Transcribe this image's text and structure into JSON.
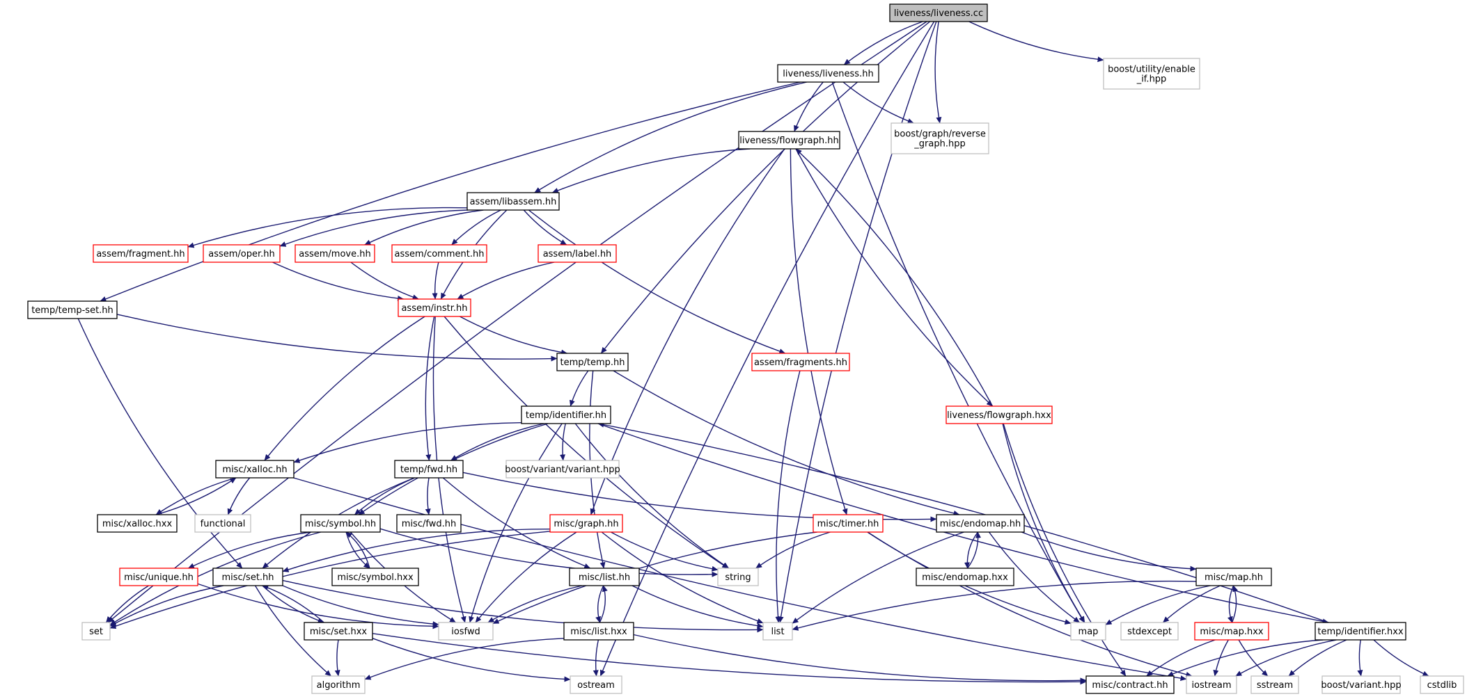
{
  "colors": {
    "edge": "#191970",
    "border_normal": "#000000",
    "border_highlight": "#ff0000",
    "border_external": "#bfbfbf",
    "fill_root": "#bfbfbf",
    "fill_default": "#ffffff"
  },
  "nodes": {
    "liveness_cc": {
      "lines": [
        "liveness/liveness.cc"
      ],
      "kind": "root"
    },
    "liveness_hh": {
      "lines": [
        "liveness/liveness.hh"
      ],
      "kind": "normal"
    },
    "boost_enable_if": {
      "lines": [
        "boost/utility/enable",
        "_if.hpp"
      ],
      "kind": "external"
    },
    "boost_reverse_graph": {
      "lines": [
        "boost/graph/reverse",
        "_graph.hpp"
      ],
      "kind": "external"
    },
    "liveness_flowgraph_hh": {
      "lines": [
        "liveness/flowgraph.hh"
      ],
      "kind": "normal"
    },
    "assem_libassem_hh": {
      "lines": [
        "assem/libassem.hh"
      ],
      "kind": "normal"
    },
    "assem_fragment_hh": {
      "lines": [
        "assem/fragment.hh"
      ],
      "kind": "highlight"
    },
    "assem_oper_hh": {
      "lines": [
        "assem/oper.hh"
      ],
      "kind": "highlight"
    },
    "assem_move_hh": {
      "lines": [
        "assem/move.hh"
      ],
      "kind": "highlight"
    },
    "assem_comment_hh": {
      "lines": [
        "assem/comment.hh"
      ],
      "kind": "highlight"
    },
    "assem_label_hh": {
      "lines": [
        "assem/label.hh"
      ],
      "kind": "highlight"
    },
    "temp_temp_set_hh": {
      "lines": [
        "temp/temp-set.hh"
      ],
      "kind": "normal"
    },
    "assem_instr_hh": {
      "lines": [
        "assem/instr.hh"
      ],
      "kind": "highlight"
    },
    "temp_temp_hh": {
      "lines": [
        "temp/temp.hh"
      ],
      "kind": "normal"
    },
    "assem_fragments_hh": {
      "lines": [
        "assem/fragments.hh"
      ],
      "kind": "highlight"
    },
    "liveness_flowgraph_hxx": {
      "lines": [
        "liveness/flowgraph.hxx"
      ],
      "kind": "highlight"
    },
    "temp_identifier_hh": {
      "lines": [
        "temp/identifier.hh"
      ],
      "kind": "normal"
    },
    "boost_variant_variant": {
      "lines": [
        "boost/variant/variant.hpp"
      ],
      "kind": "external"
    },
    "misc_xalloc_hh": {
      "lines": [
        "misc/xalloc.hh"
      ],
      "kind": "normal"
    },
    "temp_fwd_hh": {
      "lines": [
        "temp/fwd.hh"
      ],
      "kind": "normal"
    },
    "misc_xalloc_hxx": {
      "lines": [
        "misc/xalloc.hxx"
      ],
      "kind": "normal"
    },
    "functional": {
      "lines": [
        "functional"
      ],
      "kind": "external"
    },
    "misc_symbol_hh": {
      "lines": [
        "misc/symbol.hh"
      ],
      "kind": "normal"
    },
    "misc_fwd_hh": {
      "lines": [
        "misc/fwd.hh"
      ],
      "kind": "normal"
    },
    "misc_graph_hh": {
      "lines": [
        "misc/graph.hh"
      ],
      "kind": "highlight"
    },
    "misc_timer_hh": {
      "lines": [
        "misc/timer.hh"
      ],
      "kind": "highlight"
    },
    "misc_endomap_hh": {
      "lines": [
        "misc/endomap.hh"
      ],
      "kind": "normal"
    },
    "misc_unique_hh": {
      "lines": [
        "misc/unique.hh"
      ],
      "kind": "highlight"
    },
    "misc_set_hh": {
      "lines": [
        "misc/set.hh"
      ],
      "kind": "normal"
    },
    "misc_symbol_hxx": {
      "lines": [
        "misc/symbol.hxx"
      ],
      "kind": "normal"
    },
    "string": {
      "lines": [
        "string"
      ],
      "kind": "external"
    },
    "misc_list_hh": {
      "lines": [
        "misc/list.hh"
      ],
      "kind": "normal"
    },
    "misc_endomap_hxx": {
      "lines": [
        "misc/endomap.hxx"
      ],
      "kind": "normal"
    },
    "misc_map_hh": {
      "lines": [
        "misc/map.hh"
      ],
      "kind": "normal"
    },
    "set": {
      "lines": [
        "set"
      ],
      "kind": "external"
    },
    "iosfwd": {
      "lines": [
        "iosfwd"
      ],
      "kind": "external"
    },
    "misc_set_hxx": {
      "lines": [
        "misc/set.hxx"
      ],
      "kind": "normal"
    },
    "list": {
      "lines": [
        "list"
      ],
      "kind": "external"
    },
    "misc_list_hxx": {
      "lines": [
        "misc/list.hxx"
      ],
      "kind": "normal"
    },
    "map": {
      "lines": [
        "map"
      ],
      "kind": "external"
    },
    "stdexcept": {
      "lines": [
        "stdexcept"
      ],
      "kind": "external"
    },
    "misc_map_hxx": {
      "lines": [
        "misc/map.hxx"
      ],
      "kind": "highlight"
    },
    "temp_identifier_hxx": {
      "lines": [
        "temp/identifier.hxx"
      ],
      "kind": "normal"
    },
    "algorithm": {
      "lines": [
        "algorithm"
      ],
      "kind": "external"
    },
    "ostream": {
      "lines": [
        "ostream"
      ],
      "kind": "external"
    },
    "misc_contract_hh": {
      "lines": [
        "misc/contract.hh"
      ],
      "kind": "normal"
    },
    "iostream": {
      "lines": [
        "iostream"
      ],
      "kind": "external"
    },
    "sstream": {
      "lines": [
        "sstream"
      ],
      "kind": "external"
    },
    "boost_variant_hpp": {
      "lines": [
        "boost/variant.hpp"
      ],
      "kind": "external"
    },
    "cstdlib": {
      "lines": [
        "cstdlib"
      ],
      "kind": "external"
    }
  },
  "edges": [
    [
      "liveness_cc",
      "liveness_hh"
    ],
    [
      "liveness_cc",
      "boost_enable_if"
    ],
    [
      "liveness_cc",
      "boost_reverse_graph"
    ],
    [
      "liveness_cc",
      "temp_temp_hh"
    ],
    [
      "liveness_cc",
      "set"
    ],
    [
      "liveness_cc",
      "list"
    ],
    [
      "liveness_cc",
      "ostream"
    ],
    [
      "liveness_hh",
      "liveness_flowgraph_hh"
    ],
    [
      "liveness_hh",
      "boost_reverse_graph"
    ],
    [
      "liveness_hh",
      "assem_libassem_hh"
    ],
    [
      "liveness_hh",
      "temp_temp_set_hh"
    ],
    [
      "liveness_hh",
      "map"
    ],
    [
      "liveness_flowgraph_hh",
      "assem_libassem_hh"
    ],
    [
      "liveness_flowgraph_hh",
      "misc_graph_hh"
    ],
    [
      "liveness_flowgraph_hh",
      "misc_timer_hh"
    ],
    [
      "liveness_flowgraph_hh",
      "liveness_flowgraph_hxx"
    ],
    [
      "liveness_flowgraph_hxx",
      "liveness_flowgraph_hh"
    ],
    [
      "liveness_flowgraph_hxx",
      "map"
    ],
    [
      "liveness_flowgraph_hxx",
      "misc_contract_hh"
    ],
    [
      "assem_libassem_hh",
      "assem_fragment_hh"
    ],
    [
      "assem_libassem_hh",
      "assem_oper_hh"
    ],
    [
      "assem_libassem_hh",
      "assem_move_hh"
    ],
    [
      "assem_libassem_hh",
      "assem_comment_hh"
    ],
    [
      "assem_libassem_hh",
      "assem_label_hh"
    ],
    [
      "assem_libassem_hh",
      "assem_instr_hh"
    ],
    [
      "assem_libassem_hh",
      "assem_fragments_hh"
    ],
    [
      "assem_oper_hh",
      "assem_instr_hh"
    ],
    [
      "assem_move_hh",
      "assem_instr_hh"
    ],
    [
      "assem_comment_hh",
      "assem_instr_hh"
    ],
    [
      "assem_label_hh",
      "assem_instr_hh"
    ],
    [
      "assem_instr_hh",
      "temp_temp_hh"
    ],
    [
      "assem_instr_hh",
      "string"
    ],
    [
      "assem_instr_hh",
      "misc_xalloc_hh"
    ],
    [
      "assem_instr_hh",
      "temp_fwd_hh"
    ],
    [
      "assem_instr_hh",
      "iosfwd"
    ],
    [
      "assem_fragments_hh",
      "list"
    ],
    [
      "temp_temp_set_hh",
      "temp_temp_hh"
    ],
    [
      "temp_temp_set_hh",
      "misc_set_hh"
    ],
    [
      "temp_temp_hh",
      "temp_identifier_hh"
    ],
    [
      "temp_temp_hh",
      "misc_list_hh"
    ],
    [
      "temp_temp_hh",
      "misc_endomap_hh"
    ],
    [
      "temp_identifier_hh",
      "boost_variant_variant"
    ],
    [
      "temp_identifier_hh",
      "misc_xalloc_hh"
    ],
    [
      "temp_identifier_hh",
      "temp_fwd_hh"
    ],
    [
      "temp_identifier_hh",
      "misc_symbol_hh"
    ],
    [
      "temp_identifier_hh",
      "string"
    ],
    [
      "temp_identifier_hh",
      "iosfwd"
    ],
    [
      "temp_identifier_hh",
      "temp_identifier_hxx"
    ],
    [
      "temp_identifier_hxx",
      "temp_identifier_hh"
    ],
    [
      "temp_identifier_hxx",
      "misc_contract_hh"
    ],
    [
      "temp_identifier_hxx",
      "iostream"
    ],
    [
      "temp_identifier_hxx",
      "sstream"
    ],
    [
      "temp_identifier_hxx",
      "boost_variant_hpp"
    ],
    [
      "temp_identifier_hxx",
      "cstdlib"
    ],
    [
      "misc_xalloc_hh",
      "misc_xalloc_hxx"
    ],
    [
      "misc_xalloc_hxx",
      "misc_xalloc_hh"
    ],
    [
      "misc_xalloc_hh",
      "functional"
    ],
    [
      "misc_xalloc_hh",
      "iostream"
    ],
    [
      "temp_fwd_hh",
      "misc_fwd_hh"
    ],
    [
      "temp_fwd_hh",
      "misc_symbol_hh"
    ],
    [
      "temp_fwd_hh",
      "misc_set_hh"
    ],
    [
      "temp_fwd_hh",
      "misc_list_hh"
    ],
    [
      "temp_fwd_hh",
      "misc_endomap_hh"
    ],
    [
      "misc_symbol_hh",
      "misc_unique_hh"
    ],
    [
      "misc_symbol_hh",
      "misc_symbol_hxx"
    ],
    [
      "misc_symbol_hxx",
      "misc_symbol_hh"
    ],
    [
      "misc_symbol_hh",
      "string"
    ],
    [
      "misc_symbol_hh",
      "set"
    ],
    [
      "misc_symbol_hh",
      "iosfwd"
    ],
    [
      "misc_graph_hh",
      "misc_set_hh"
    ],
    [
      "misc_graph_hh",
      "string"
    ],
    [
      "misc_graph_hh",
      "iosfwd"
    ],
    [
      "misc_graph_hh",
      "list"
    ],
    [
      "misc_graph_hh",
      "set"
    ],
    [
      "misc_timer_hh",
      "string"
    ],
    [
      "misc_timer_hh",
      "iosfwd"
    ],
    [
      "misc_timer_hh",
      "map"
    ],
    [
      "misc_timer_hh",
      "iostream"
    ],
    [
      "misc_endomap_hh",
      "misc_endomap_hxx"
    ],
    [
      "misc_endomap_hxx",
      "misc_endomap_hh"
    ],
    [
      "misc_endomap_hh",
      "misc_map_hh"
    ],
    [
      "misc_endomap_hh",
      "list"
    ],
    [
      "misc_endomap_hh",
      "map"
    ],
    [
      "misc_unique_hh",
      "set"
    ],
    [
      "misc_unique_hh",
      "iosfwd"
    ],
    [
      "misc_set_hh",
      "misc_set_hxx"
    ],
    [
      "misc_set_hxx",
      "misc_set_hh"
    ],
    [
      "misc_set_hh",
      "set"
    ],
    [
      "misc_set_hh",
      "iosfwd"
    ],
    [
      "misc_set_hh",
      "algorithm"
    ],
    [
      "misc_set_hh",
      "list"
    ],
    [
      "misc_set_hxx",
      "algorithm"
    ],
    [
      "misc_set_hxx",
      "ostream"
    ],
    [
      "misc_set_hxx",
      "misc_contract_hh"
    ],
    [
      "misc_list_hh",
      "misc_list_hxx"
    ],
    [
      "misc_list_hxx",
      "misc_list_hh"
    ],
    [
      "misc_list_hh",
      "list"
    ],
    [
      "misc_list_hh",
      "iosfwd"
    ],
    [
      "misc_list_hxx",
      "algorithm"
    ],
    [
      "misc_list_hxx",
      "ostream"
    ],
    [
      "misc_list_hxx",
      "misc_contract_hh"
    ],
    [
      "misc_map_hh",
      "misc_map_hxx"
    ],
    [
      "misc_map_hxx",
      "misc_map_hh"
    ],
    [
      "misc_map_hh",
      "map"
    ],
    [
      "misc_map_hh",
      "list"
    ],
    [
      "misc_map_hh",
      "stdexcept"
    ],
    [
      "misc_map_hxx",
      "misc_contract_hh"
    ],
    [
      "misc_map_hxx",
      "iostream"
    ],
    [
      "misc_map_hxx",
      "sstream"
    ]
  ]
}
